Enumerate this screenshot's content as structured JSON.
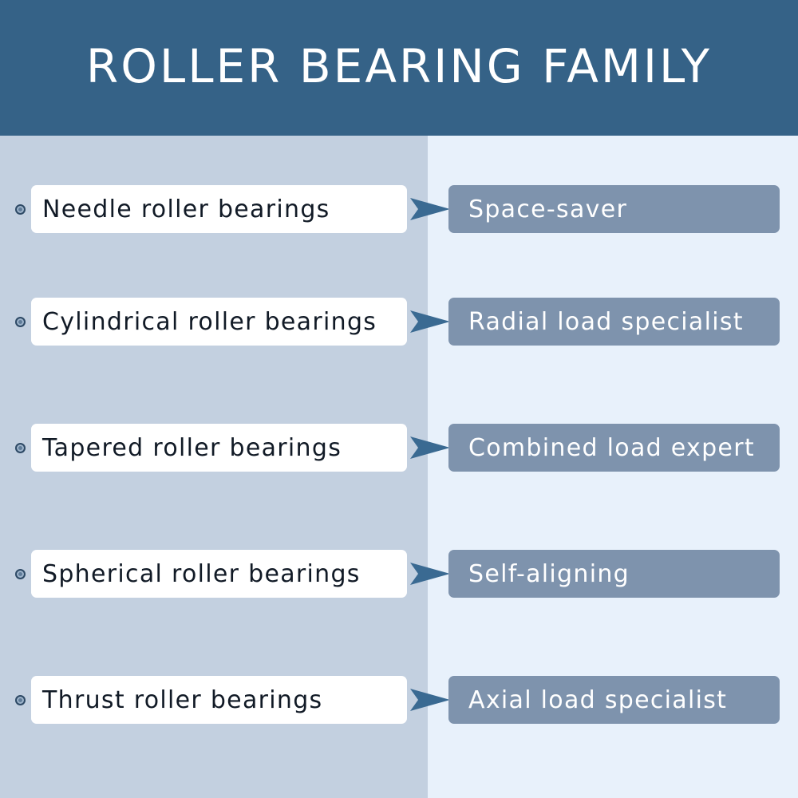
{
  "title": "ROLLER BEARING FAMILY",
  "colors": {
    "header": "#356287",
    "left_panel": "#c3d0e0",
    "right_panel": "#e8f1fb",
    "type_box": "#ffffff",
    "trait_box": "#7e93ad",
    "arrow": "#3a6a92"
  },
  "rows": [
    {
      "type": "Needle roller bearings",
      "trait": "Space-saver"
    },
    {
      "type": "Cylindrical roller bearings",
      "trait": "Radial load specialist"
    },
    {
      "type": "Tapered roller bearings",
      "trait": "Combined load expert"
    },
    {
      "type": "Spherical roller bearings",
      "trait": "Self-aligning"
    },
    {
      "type": "Thrust roller bearings",
      "trait": "Axial load specialist"
    }
  ]
}
